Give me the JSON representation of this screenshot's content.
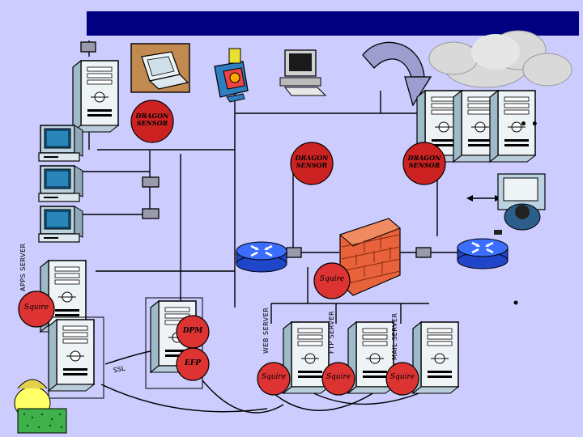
{
  "colors": {
    "background": "#ccccff",
    "title_bar": "#000080",
    "sensor_ball": "#cc2222",
    "squire_ball": "#dd3333",
    "router": "#3366ff",
    "firewall": "#e8623c",
    "server_body": "#eef3f6",
    "monitor_frame": "#bcd2e0",
    "line": "#000000"
  },
  "sensors": {
    "top_left": "DRAGON SENSOR",
    "middle": "DRAGON SENSOR",
    "right": "DRAGON SENSOR"
  },
  "badges": {
    "squire_firewall": "Squire",
    "squire_apps": "Squire",
    "squire_web": "Squire",
    "squire_ftp": "Squire",
    "squire_mail": "Squire",
    "dpm": "DPM",
    "efp": "EFP"
  },
  "labels": {
    "apps_server": "APPS SERVER",
    "web_server": "WEB SERVER",
    "ftp_server": "FTP SERVER",
    "mail_server": "MAIL SERVER",
    "ssl": "SSL",
    "ellipsis": "• •"
  },
  "icons": [
    "server-tower-icon",
    "desktop-computer-icon",
    "laptop-icon",
    "alert-monitor-icon",
    "router-icon",
    "firewall-icon",
    "cloud-icon",
    "curved-arrow-icon",
    "person-icon",
    "support-agent-icon"
  ]
}
